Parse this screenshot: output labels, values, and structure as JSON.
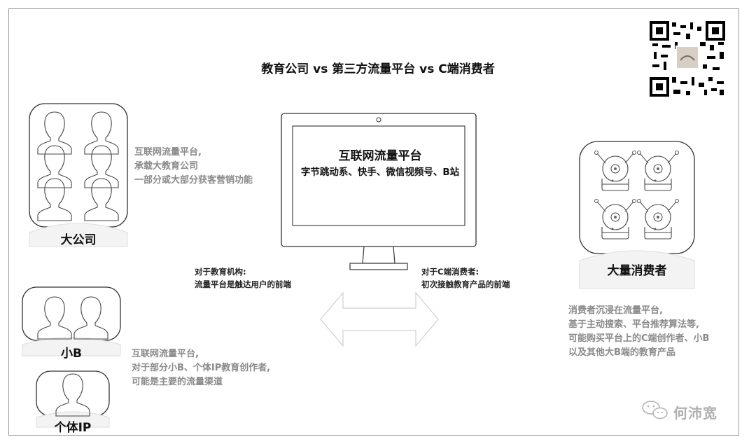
{
  "title": "教育公司 vs 第三方流量平台  vs C端消费者",
  "big_company": {
    "label": "大公司",
    "desc": [
      "互联网流量平台,",
      "承载大教育公司",
      "一部分或大部分获客营销功能"
    ]
  },
  "small_b": {
    "label": "小B",
    "desc": [
      "互联网流量平台,",
      "对于部分小B、个体IP教育创作者,",
      "可能是主要的流量渠道"
    ]
  },
  "individual_ip": {
    "label": "个体IP"
  },
  "platform": {
    "title": "互联网流量平台",
    "subtitle": "字节跳动系、快手、微信视频号、B站"
  },
  "left_note": [
    "对于教育机构:",
    "流量平台是触达用户的前端"
  ],
  "right_note": [
    "对于C端消费者:",
    "初次接触教育产品的前端"
  ],
  "consumers": {
    "label": "大量消费者",
    "desc": [
      "消费者沉浸在流量平台,",
      "基于主动搜索、平台推荐算法等,",
      "可能购买平台上的C端创作者、小B",
      "以及其他大B端的教育产品"
    ]
  },
  "watermark": "何沛宽",
  "icons": [
    "person-silhouette-icon",
    "bell-icon",
    "qr-code-icon",
    "double-arrow-icon",
    "wechat-icon",
    "monitor-icon"
  ]
}
